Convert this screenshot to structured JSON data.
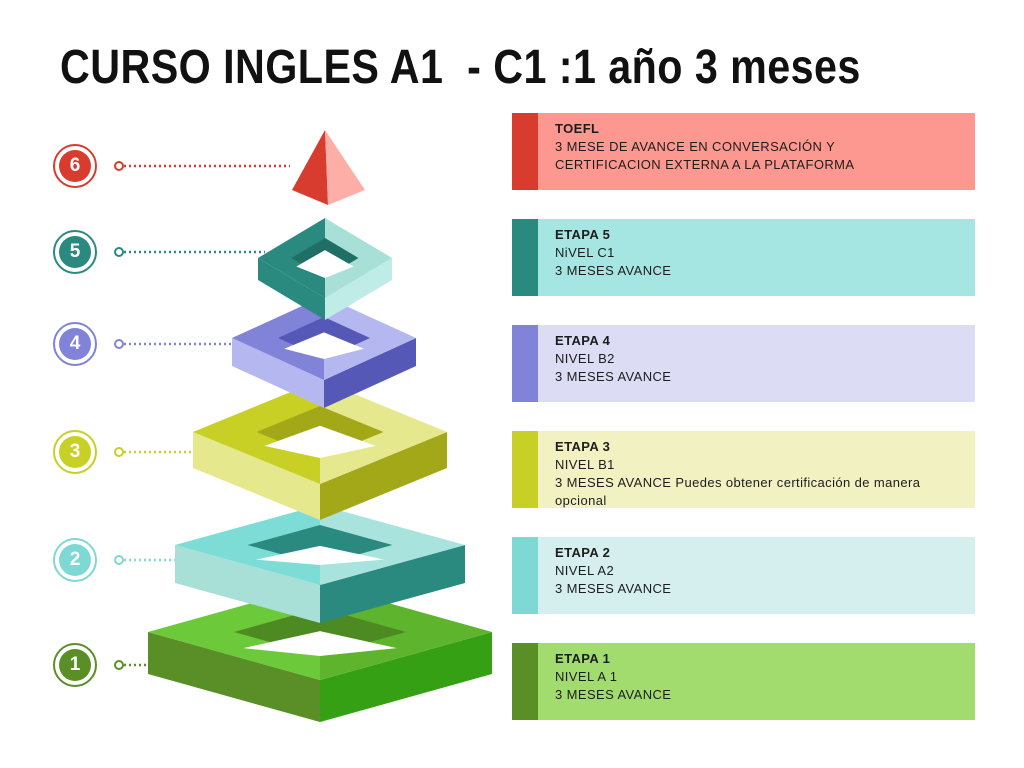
{
  "title": "CURSO INGLES A1  - C1 :1 año 3 meses",
  "stages": [
    {
      "number": "6",
      "heading": "TOEFL",
      "lines": [
        "3 MESE DE AVANCE EN CONVERSACIÓN Y",
        "CERTIFICACION EXTERNA A LA PLATAFORMA"
      ],
      "bar": "#d83c2e",
      "bg": "#fd9890"
    },
    {
      "number": "5",
      "heading": "ETAPA 5",
      "lines": [
        "NiVEL C1",
        "3 MESES AVANCE"
      ],
      "bar": "#2a8a80",
      "bg": "#a5e6e2"
    },
    {
      "number": "4",
      "heading": "ETAPA 4",
      "lines": [
        "NIVEL B2",
        "3  MESES AVANCE"
      ],
      "bar": "#8083d8",
      "bg": "#dcdcf5"
    },
    {
      "number": "3",
      "heading": "ETAPA 3",
      "lines": [
        "NIVEL B1",
        "3 MESES AVANCE Puedes obtener certificación de manera opcional"
      ],
      "bar": "#c8cf25",
      "bg": "#f1f1c2"
    },
    {
      "number": "2",
      "heading": "ETAPA 2",
      "lines": [
        "NIVEL A2",
        "3 MESES AVANCE"
      ],
      "bar": "#7ed8d3",
      "bg": "#d5eeee"
    },
    {
      "number": "1",
      "heading": "ETAPA 1",
      "lines": [
        "NIVEL A 1",
        "3 MESES  AVANCE"
      ],
      "bar": "#5a8f27",
      "bg": "#a2dc6e"
    }
  ]
}
